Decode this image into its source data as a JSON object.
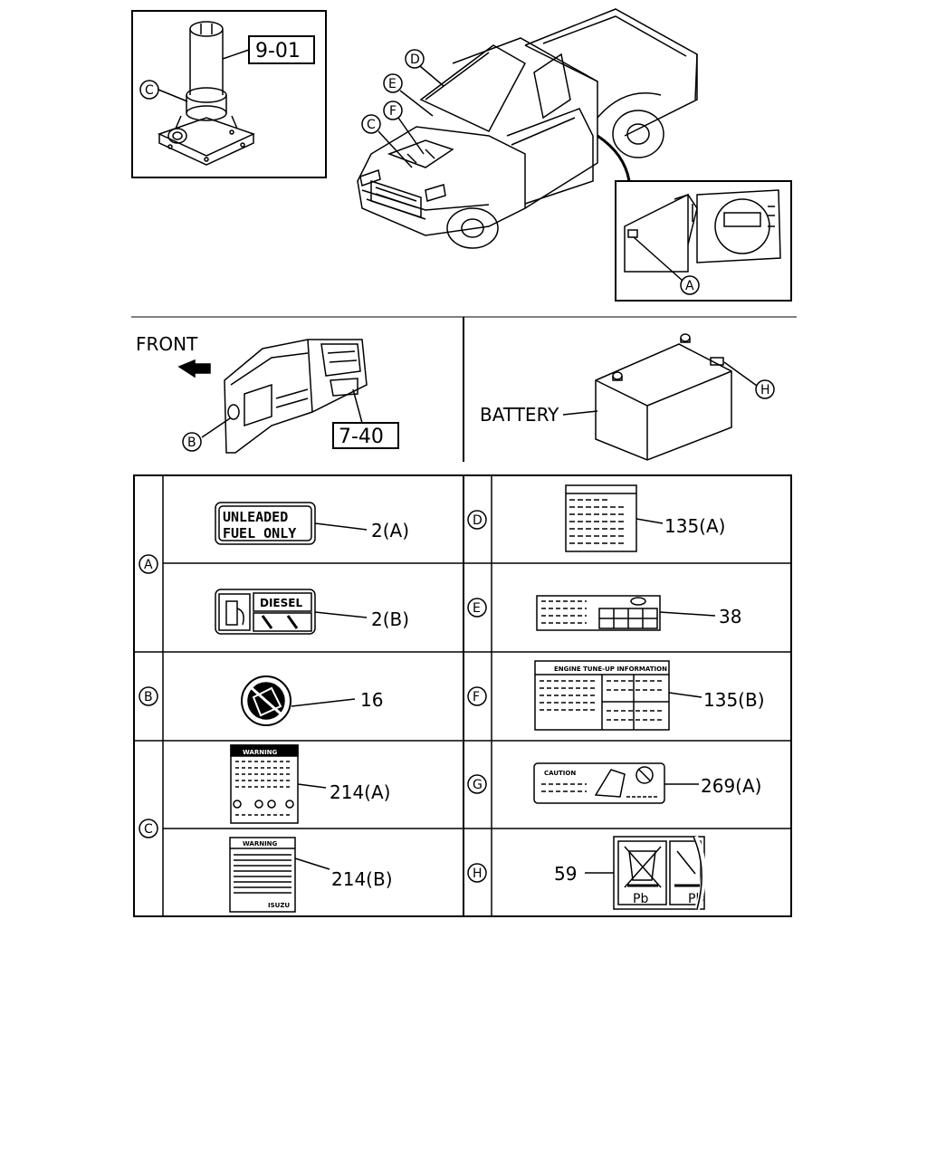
{
  "callouts": {
    "part_9_01": "9-01",
    "part_7_40": "7-40",
    "front": "FRONT",
    "battery": "BATTERY"
  },
  "letters": {
    "A": "A",
    "B": "B",
    "C": "C",
    "D": "D",
    "E": "E",
    "F": "F",
    "G": "G",
    "H": "H"
  },
  "table": {
    "rows": [
      {
        "letter": "A",
        "ref": "2(A)",
        "label_line1": "UNLEADED",
        "label_line2": "FUEL ONLY"
      },
      {
        "letter": "A",
        "ref": "2(B)",
        "label_text": "DIESEL"
      },
      {
        "letter": "B",
        "ref": "16"
      },
      {
        "letter": "C",
        "ref": "214(A)",
        "label_text": "WARNING"
      },
      {
        "letter": "C",
        "ref": "214(B)",
        "label_text": "WARNING",
        "footer": "ISUZU"
      },
      {
        "letter": "D",
        "ref": "135(A)"
      },
      {
        "letter": "E",
        "ref": "38"
      },
      {
        "letter": "F",
        "ref": "135(B)",
        "label_text": "ENGINE TUNE-UP INFORMATION"
      },
      {
        "letter": "G",
        "ref": "269(A)",
        "label_text": "CAUTION"
      },
      {
        "letter": "H",
        "ref": "59",
        "label_text": "Pb"
      }
    ]
  }
}
